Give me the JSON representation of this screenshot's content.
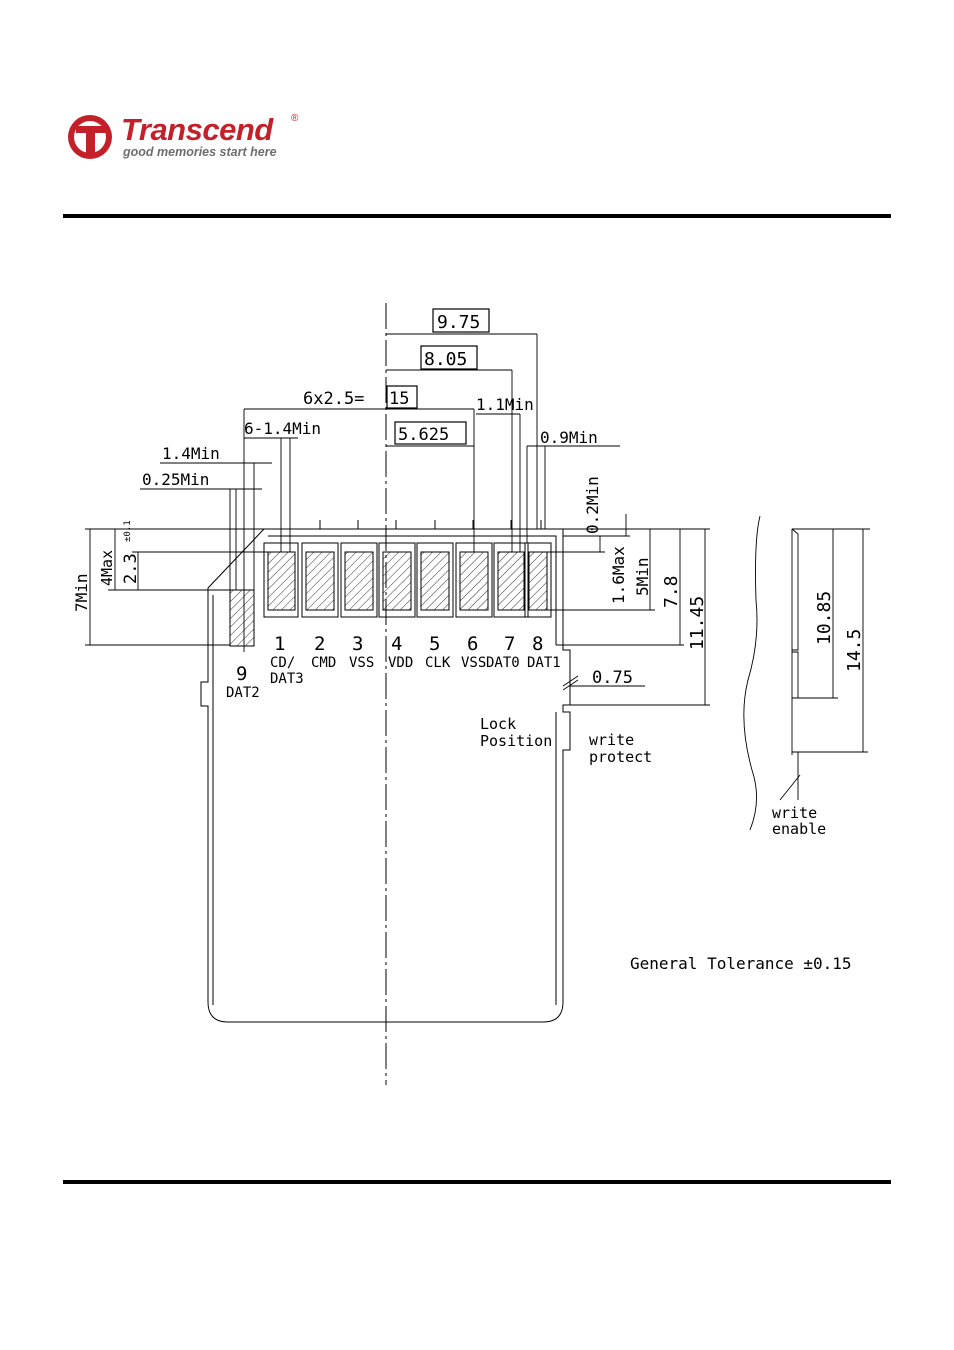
{
  "header": {
    "brand": "Transcend",
    "registered_mark": "®",
    "tagline": "good memories start here"
  },
  "colors": {
    "brand_red": "#c3202a",
    "tagline_gray": "#6d6e70"
  },
  "dimensions": {
    "d975": "9.75",
    "d805": "8.05",
    "pitch_prefix": "6x2.5=",
    "pitch_total": "15",
    "d11min": "1.1Min",
    "d614min": "6-1.4Min",
    "d5625": "5.625",
    "d09min": "0.9Min",
    "d14min": "1.4Min",
    "d025min": "0.25Min",
    "d02min": "0.2Min",
    "d16max": "1.6Max",
    "d5min": "5Min",
    "d78": "7.8",
    "d1145": "11.45",
    "d075": "0.75",
    "d7min": "7Min",
    "d4max": "4Max",
    "d23": "2.3",
    "d23_tol": "±0.1",
    "d1085": "10.85",
    "d145": "14.5"
  },
  "pins": [
    {
      "num": "1",
      "label": "CD/",
      "label2": "DAT3"
    },
    {
      "num": "2",
      "label": "CMD"
    },
    {
      "num": "3",
      "label": "VSS"
    },
    {
      "num": "4",
      "label": "VDD"
    },
    {
      "num": "5",
      "label": "CLK"
    },
    {
      "num": "6",
      "label": "VSS"
    },
    {
      "num": "7",
      "label": "DAT0"
    },
    {
      "num": "8",
      "label": "DAT1"
    },
    {
      "num": "9",
      "label": "DAT2"
    }
  ],
  "notes": {
    "lock_1": "Lock",
    "lock_2": "Position",
    "wp_1": "write",
    "wp_2": "protect",
    "we_1": "write",
    "we_2": "enable",
    "tolerance": "General Tolerance ±0.15"
  }
}
